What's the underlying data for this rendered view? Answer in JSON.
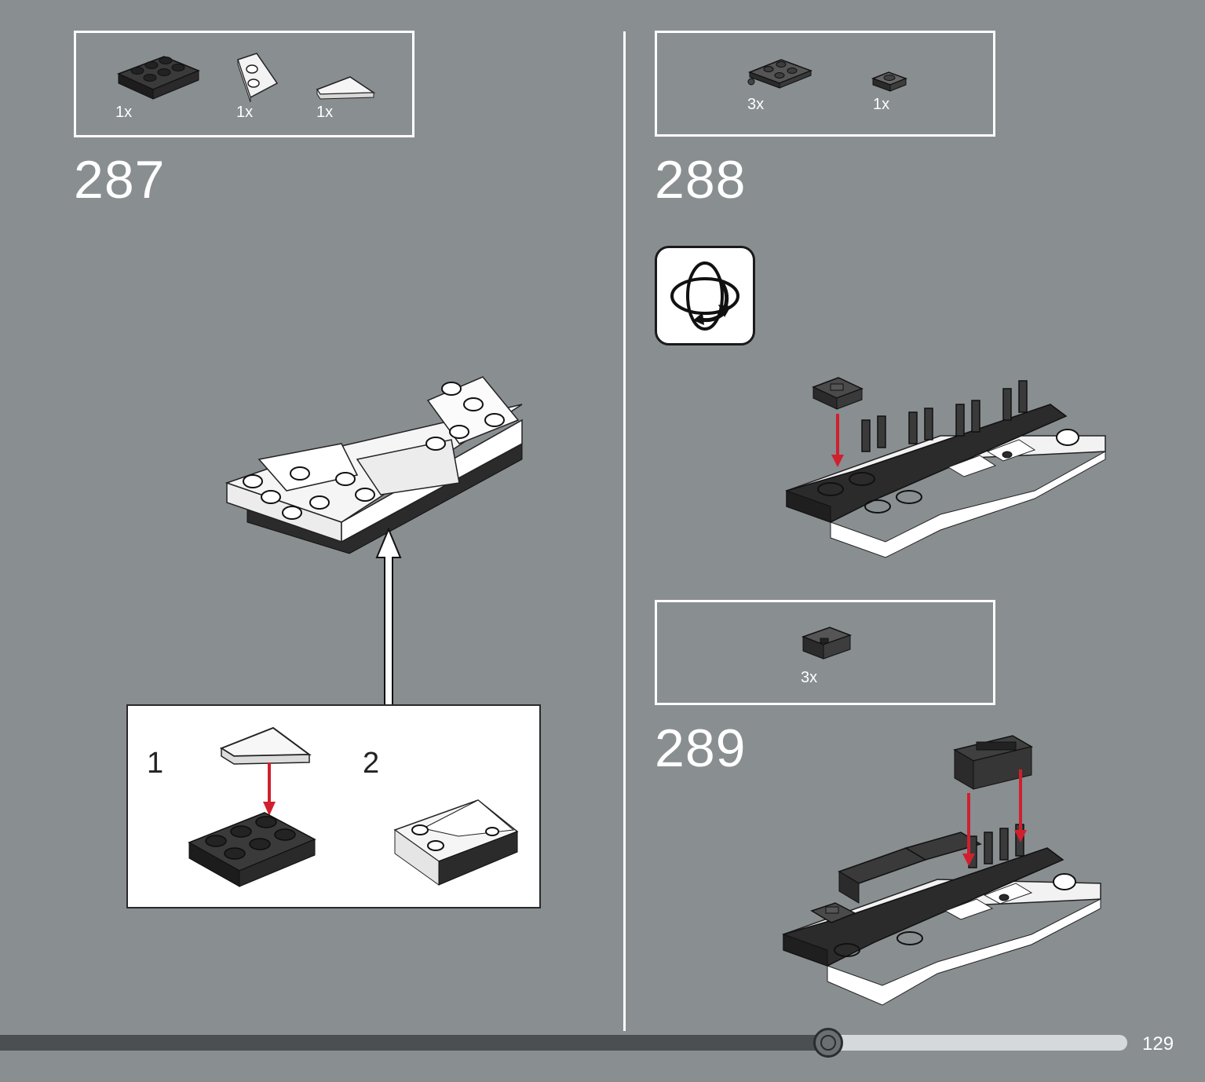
{
  "page_number": "129",
  "progress": 0.735,
  "steps": [
    {
      "number": "287",
      "parts": [
        {
          "icon": "black-plate-2x3-icon",
          "qty": "1x"
        },
        {
          "icon": "white-wedge-plate-icon",
          "qty": "1x"
        },
        {
          "icon": "white-wedge-tile-icon",
          "qty": "1x"
        }
      ],
      "substeps": [
        "1",
        "2"
      ]
    },
    {
      "number": "288",
      "parts": [
        {
          "icon": "dark-plate-2x2-pin-icon",
          "qty": "3x"
        },
        {
          "icon": "dark-tile-1x1-icon",
          "qty": "1x"
        }
      ],
      "rotate_icon": "rotate-model-icon"
    },
    {
      "number": "289",
      "parts": [
        {
          "icon": "dark-bracket-icon",
          "qty": "3x"
        }
      ]
    }
  ],
  "colors": {
    "background": "#898e91",
    "arrow": "#d0202e",
    "brick_dark": "#2b2b2b",
    "brick_white": "#ffffff"
  }
}
